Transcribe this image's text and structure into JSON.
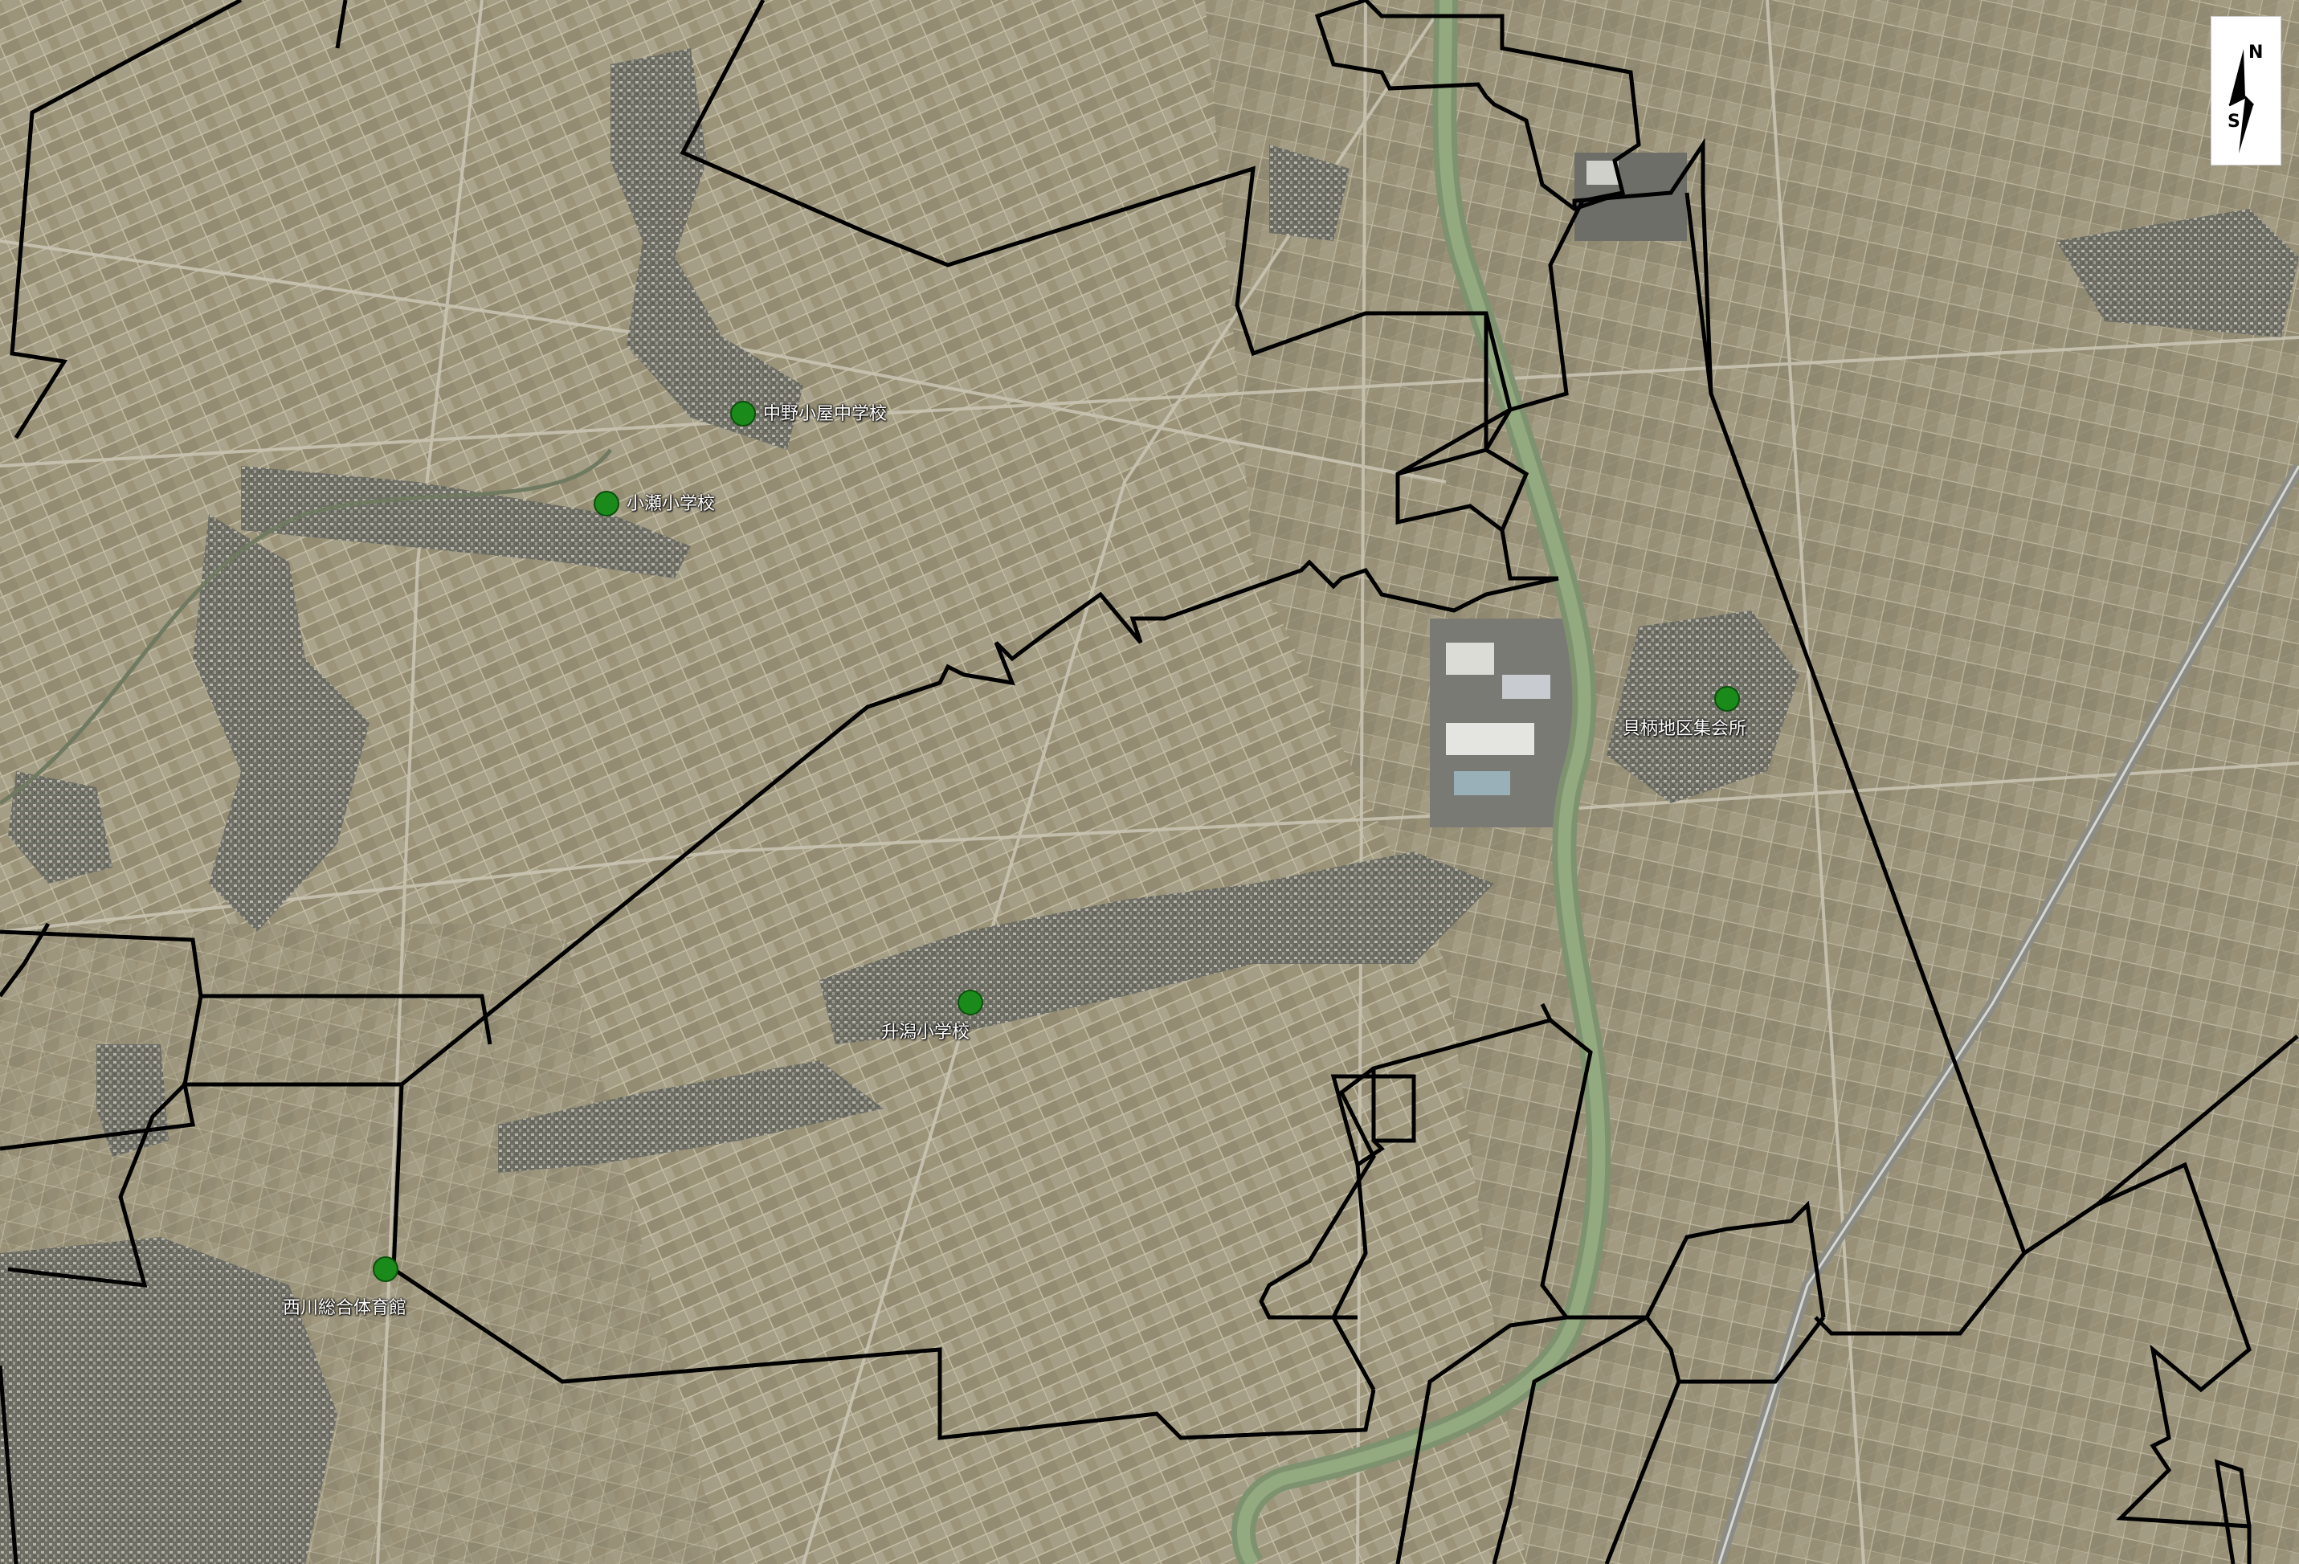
{
  "map": {
    "colors": {
      "field": "#9c9479",
      "field_light": "#aea78f",
      "field_dark": "#7d7764",
      "village": "#5e5e58",
      "river": "#8aa075",
      "boundary": "#000000",
      "poi_marker": "#1a8a1a"
    },
    "north_arrow": {
      "icon": "north-arrow-icon",
      "north_label": "N",
      "south_label": "S"
    },
    "pois": [
      {
        "id": "nakanokoya-jhs",
        "label": "中野小屋中学校"
      },
      {
        "id": "kose-es",
        "label": "小瀬小学校"
      },
      {
        "id": "kaigara-hall",
        "label": "貝柄地区集会所"
      },
      {
        "id": "masugata-es",
        "label": "升潟小学校"
      },
      {
        "id": "nishikawa-gym",
        "label": "西川総合体育館"
      }
    ]
  }
}
